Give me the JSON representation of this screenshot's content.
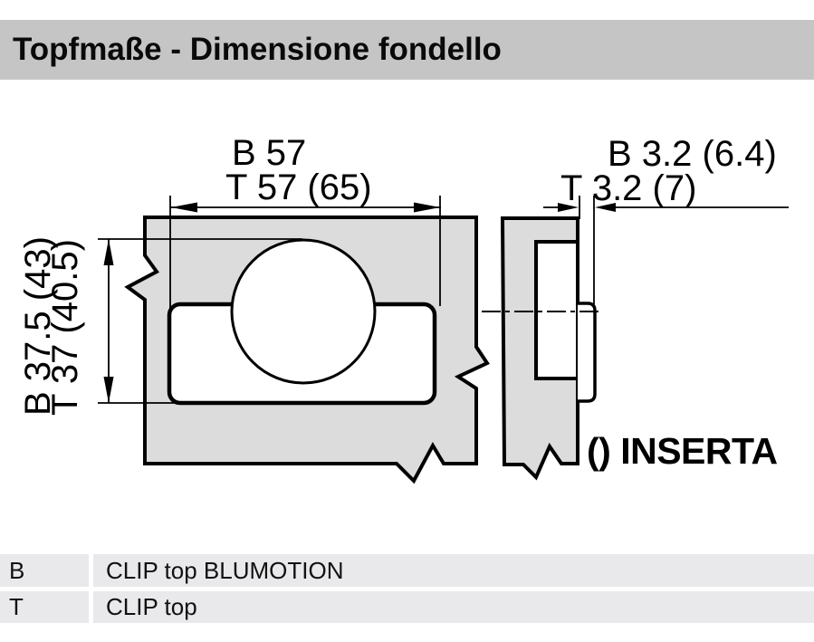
{
  "header": {
    "title": "Topfmaße - Dimensione fondello"
  },
  "drawing": {
    "front_view": {
      "width_dim_line1": "B 57",
      "width_dim_line2": "T 57 (65)",
      "height_dim_line1": "B 37.5 (43)",
      "height_dim_line2": "T 37 (40.5)"
    },
    "side_view": {
      "protrusion_dim_line1": "B 3.2 (6.4)",
      "protrusion_dim_line2": "T 3.2 (7)",
      "note": "() INSERTA"
    },
    "colors": {
      "panel_fill": "#dcdcdc",
      "line": "#000000",
      "title_bar": "#c5c5c5",
      "legend_row": "#e9e9eb"
    }
  },
  "legend": {
    "rows": [
      {
        "key": "B",
        "value": "CLIP top BLUMOTION"
      },
      {
        "key": "T",
        "value": "CLIP top"
      }
    ]
  }
}
